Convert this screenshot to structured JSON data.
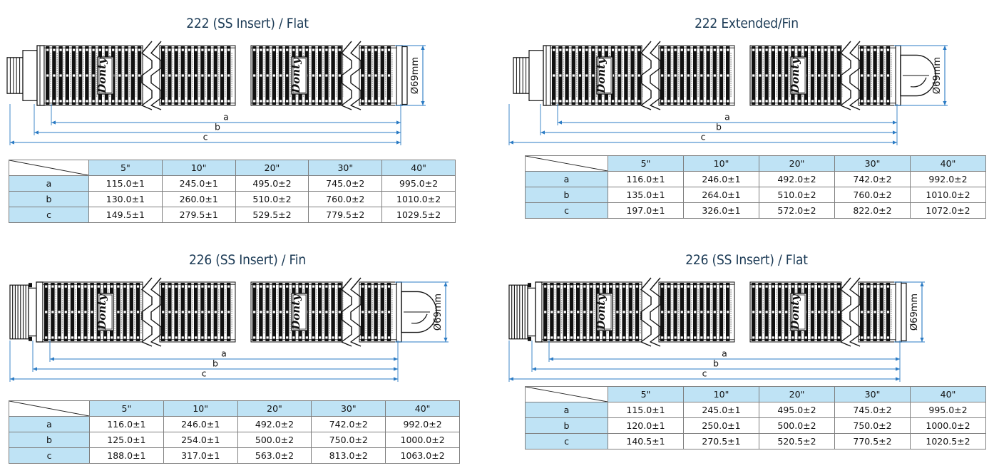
{
  "sheet": {
    "diameter_label": "Ø69mm",
    "dimension_labels": [
      "a",
      "b",
      "c"
    ],
    "accent_color": "#2b7bc4",
    "header_fill": "#bfe3f5",
    "title_color": "#1b3a55",
    "logo_text": "Donty"
  },
  "panels": [
    {
      "id": "222-ss-insert-flat",
      "title": "222 (SS Insert) / Flat",
      "end_fitting": "222",
      "end_cap": "flat",
      "table": {
        "corner_label": "",
        "columns": [
          "5\"",
          "10\"",
          "20\"",
          "30\"",
          "40\""
        ],
        "rows": [
          {
            "label": "a",
            "values": [
              "115.0±1",
              "245.0±1",
              "495.0±2",
              "745.0±2",
              "995.0±2"
            ]
          },
          {
            "label": "b",
            "values": [
              "130.0±1",
              "260.0±1",
              "510.0±2",
              "760.0±2",
              "1010.0±2"
            ]
          },
          {
            "label": "c",
            "values": [
              "149.5±1",
              "279.5±1",
              "529.5±2",
              "779.5±2",
              "1029.5±2"
            ]
          }
        ]
      }
    },
    {
      "id": "222-extended-fin",
      "title": "222 Extended/Fin",
      "end_fitting": "222-extended",
      "end_cap": "fin",
      "table": {
        "corner_label": "",
        "columns": [
          "5\"",
          "10\"",
          "20\"",
          "30\"",
          "40\""
        ],
        "rows": [
          {
            "label": "a",
            "values": [
              "116.0±1",
              "246.0±1",
              "492.0±2",
              "742.0±2",
              "992.0±2"
            ]
          },
          {
            "label": "b",
            "values": [
              "135.0±1",
              "264.0±1",
              "510.0±2",
              "760.0±2",
              "1010.0±2"
            ]
          },
          {
            "label": "c",
            "values": [
              "197.0±1",
              "326.0±1",
              "572.0±2",
              "822.0±2",
              "1072.0±2"
            ]
          }
        ]
      }
    },
    {
      "id": "226-ss-insert-fin",
      "title": "226 (SS Insert) / Fin",
      "end_fitting": "226",
      "end_cap": "fin",
      "table": {
        "corner_label": "",
        "columns": [
          "5\"",
          "10\"",
          "20\"",
          "30\"",
          "40\""
        ],
        "rows": [
          {
            "label": "a",
            "values": [
              "116.0±1",
              "246.0±1",
              "492.0±2",
              "742.0±2",
              "992.0±2"
            ]
          },
          {
            "label": "b",
            "values": [
              "125.0±1",
              "254.0±1",
              "500.0±2",
              "750.0±2",
              "1000.0±2"
            ]
          },
          {
            "label": "c",
            "values": [
              "188.0±1",
              "317.0±1",
              "563.0±2",
              "813.0±2",
              "1063.0±2"
            ]
          }
        ]
      }
    },
    {
      "id": "226-ss-insert-flat",
      "title": "226 (SS Insert) / Flat",
      "end_fitting": "226",
      "end_cap": "flat",
      "table": {
        "corner_label": "",
        "columns": [
          "5\"",
          "10\"",
          "20\"",
          "30\"",
          "40\""
        ],
        "rows": [
          {
            "label": "a",
            "values": [
              "115.0±1",
              "245.0±1",
              "495.0±2",
              "745.0±2",
              "995.0±2"
            ]
          },
          {
            "label": "b",
            "values": [
              "120.0±1",
              "250.0±1",
              "500.0±2",
              "750.0±2",
              "1000.0±2"
            ]
          },
          {
            "label": "c",
            "values": [
              "140.5±1",
              "270.5±1",
              "520.5±2",
              "770.5±2",
              "1020.5±2"
            ]
          }
        ]
      }
    }
  ]
}
